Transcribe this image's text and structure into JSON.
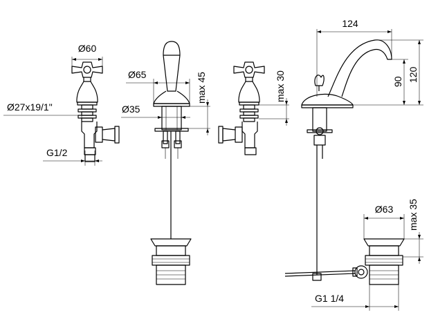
{
  "labels": {
    "d60": "Ø60",
    "d27": "Ø27x19/1\"",
    "g12": "G1/2",
    "d65": "Ø65",
    "d35": "Ø35",
    "max45": "max 45",
    "max30": "max 30",
    "w124": "124",
    "h90": "90",
    "h120": "120",
    "d63": "Ø63",
    "max35": "max 35",
    "g114": "G1 1/4"
  }
}
